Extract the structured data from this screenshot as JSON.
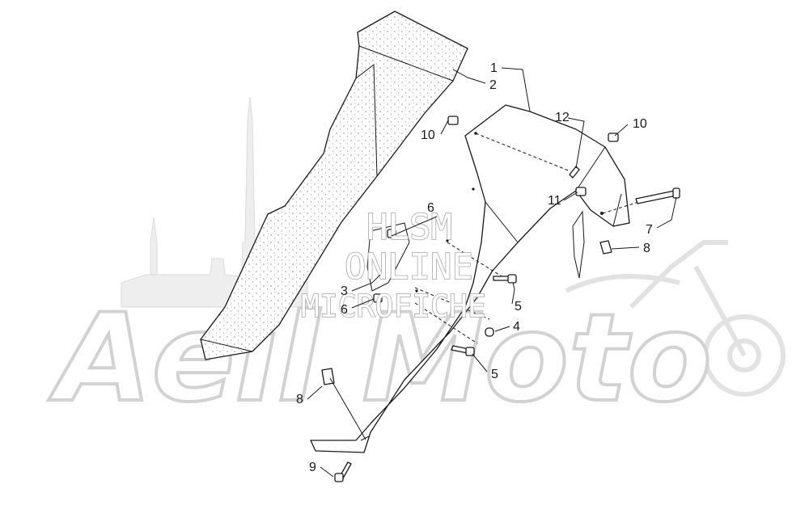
{
  "watermark": {
    "line1": "HLSM",
    "line2": "ONLINE",
    "line3": "MICROFICHE",
    "brand": "Aeil Moto"
  },
  "callouts": {
    "c1": "1",
    "c2": "2",
    "c3": "3",
    "c4": "4",
    "c5a": "5",
    "c5b": "5",
    "c6a": "6",
    "c6b": "6",
    "c7": "7",
    "c8a": "8",
    "c8b": "8",
    "c9": "9",
    "c10a": "10",
    "c10b": "10",
    "c11": "11",
    "c12": "12"
  }
}
